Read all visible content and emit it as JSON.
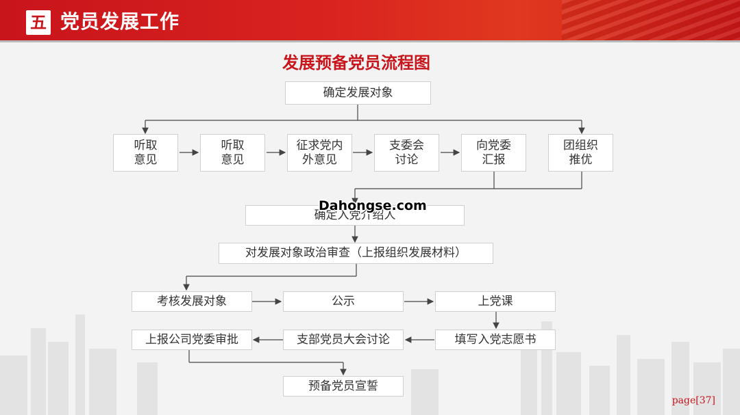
{
  "header": {
    "section_number": "五",
    "title": "党员发展工作",
    "colors": {
      "primary": "#c8141b",
      "background": "#f3f3f3"
    }
  },
  "diagram": {
    "title": "发展预备党员流程图",
    "nodes": {
      "n1": "确定发展对象",
      "n2a": "听取\n意见",
      "n2b": "听取\n意见",
      "n2c": "征求党内\n外意见",
      "n2d": "支委会\n讨论",
      "n2e": "向党委\n汇报",
      "n2f": "团组织\n推优",
      "n3": "确定入党介绍人",
      "n4": "对发展对象政治审查（上报组织发展材料）",
      "n5a": "考核发展对象",
      "n5b": "公示",
      "n5c": "上党课",
      "n6a": "上报公司党委审批",
      "n6b": "支部党员大会讨论",
      "n6c": "填写入党志愿书",
      "n7": "预备党员宣誓"
    }
  },
  "watermark": "Dahongse.com",
  "footer": {
    "page_label": "page[37]"
  }
}
